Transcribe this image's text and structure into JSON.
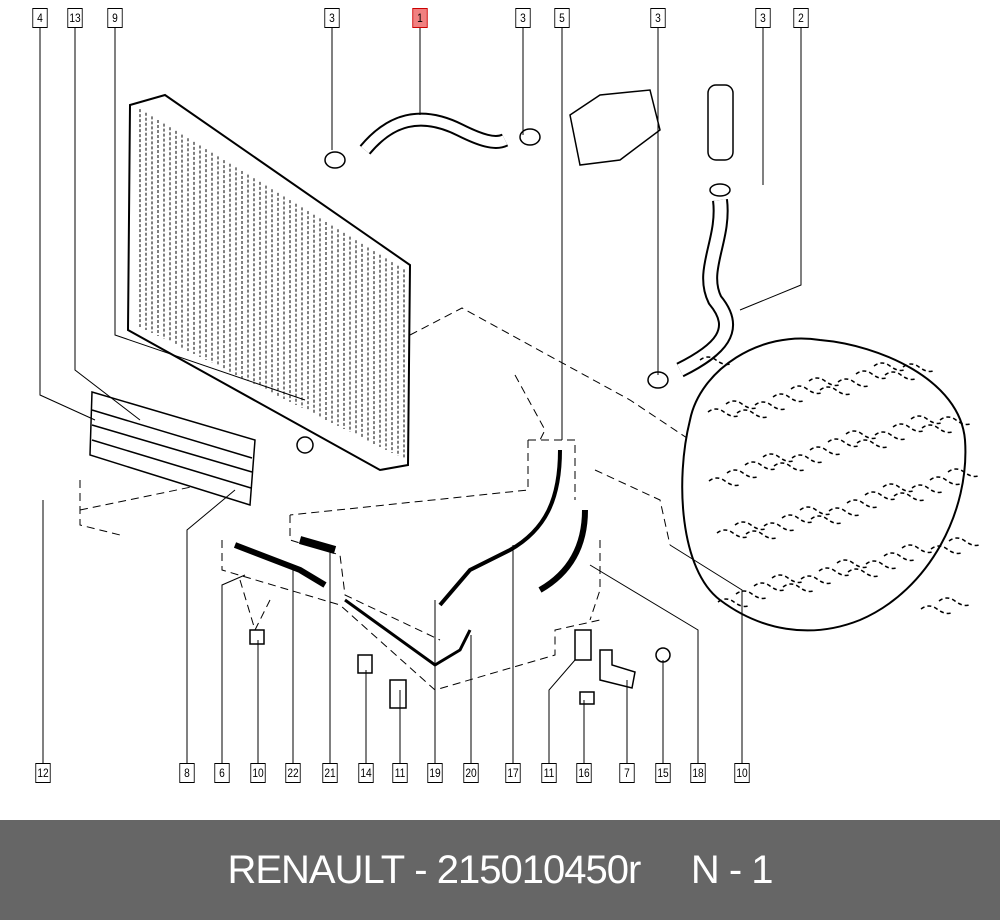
{
  "diagram": {
    "top_labels": [
      "4",
      "13",
      "9",
      "3",
      "1",
      "3",
      "5",
      "3",
      "3",
      "2"
    ],
    "bottom_labels": [
      "12",
      "8",
      "6",
      "10",
      "22",
      "21",
      "14",
      "11",
      "19",
      "20",
      "17",
      "11",
      "16",
      "7",
      "15",
      "18",
      "10"
    ],
    "highlighted_label": "1",
    "highlight_color": "#f08080"
  },
  "footer": {
    "brand": "RENAULT",
    "part_number": "215010450r",
    "position": "N - 1",
    "background": "#666666"
  }
}
